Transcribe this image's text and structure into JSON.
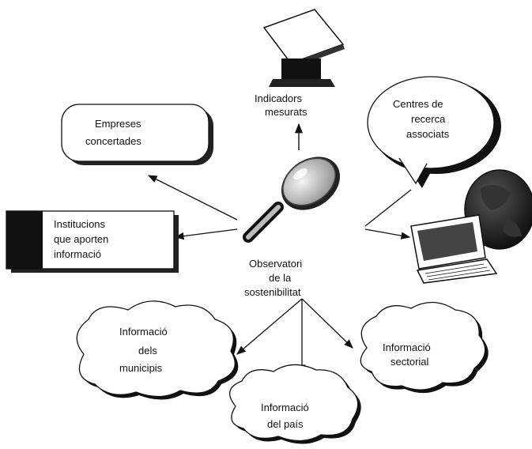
{
  "center_label": [
    "Observatori",
    "de la",
    "sostenibilitat"
  ],
  "nodes": {
    "indicadors": [
      "Indicadors",
      "mesurats"
    ],
    "empreses": [
      "Empreses",
      "concertades"
    ],
    "centres": [
      "Centres de",
      "recerca",
      "associats"
    ],
    "institucions": [
      "Institucions",
      "que aporten",
      "informació"
    ],
    "municipis": [
      "Informació",
      "dels",
      "municipis"
    ],
    "sectorial": [
      "Informació",
      "sectorial"
    ],
    "pais": [
      "Informació",
      "del país"
    ]
  },
  "icons": [
    "magnifying-glass",
    "monitor",
    "laptop-computer",
    "globe"
  ]
}
